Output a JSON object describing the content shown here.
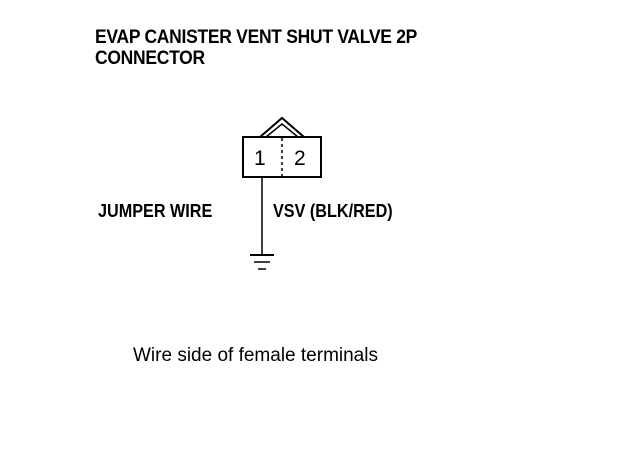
{
  "title": {
    "line1": "EVAP CANISTER VENT SHUT VALVE 2P",
    "line2": "CONNECTOR"
  },
  "connector": {
    "pin1": "1",
    "pin2": "2"
  },
  "labels": {
    "left": "JUMPER WIRE",
    "right": "VSV (BLK/RED)"
  },
  "caption": "Wire side of female terminals"
}
